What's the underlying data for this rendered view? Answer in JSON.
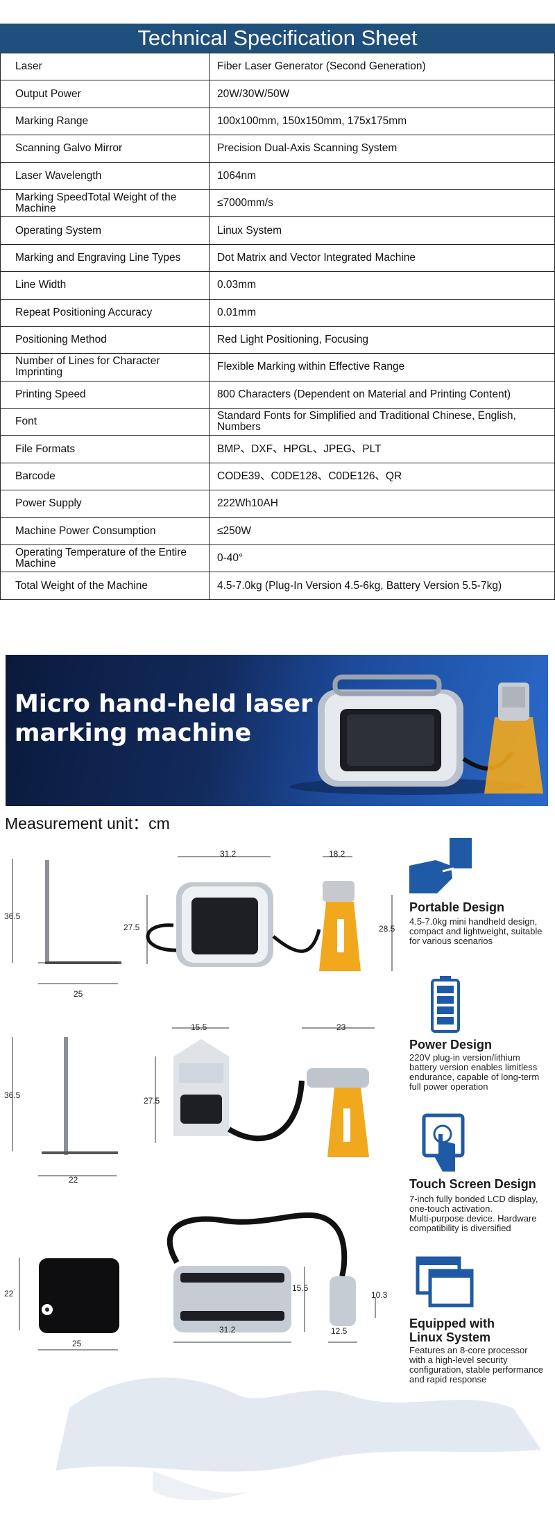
{
  "sheet": {
    "title": "Technical Specification Sheet",
    "rows": [
      {
        "label": "Laser",
        "value": "Fiber Laser Generator (Second Generation)"
      },
      {
        "label": "Output Power",
        "value": "20W/30W/50W"
      },
      {
        "label": "Marking Range",
        "value": "100x100mm, 150x150mm, 175x175mm"
      },
      {
        "label": "Scanning Galvo Mirror",
        "value": "Precision Dual-Axis Scanning System"
      },
      {
        "label": "Laser Wavelength",
        "value": "1064nm"
      },
      {
        "label": "Marking SpeedTotal Weight of the Machine",
        "value": "≤7000mm/s"
      },
      {
        "label": "Operating System",
        "value": "Linux System"
      },
      {
        "label": "Marking and Engraving Line Types",
        "value": "Dot Matrix and Vector Integrated Machine"
      },
      {
        "label": "Line Width",
        "value": "0.03mm"
      },
      {
        "label": "Repeat Positioning Accuracy",
        "value": "0.01mm"
      },
      {
        "label": "Positioning Method",
        "value": "Red Light Positioning, Focusing"
      },
      {
        "label": "Number of Lines for Character Imprinting",
        "value": "Flexible Marking within Effective Range"
      },
      {
        "label": "Printing Speed",
        "value": "800 Characters (Dependent on Material and Printing Content)"
      },
      {
        "label": "Font",
        "value": "Standard Fonts for Simplified and Traditional Chinese, English, Numbers"
      },
      {
        "label": "File Formats",
        "value": "BMP、DXF、HPGL、JPEG、PLT"
      },
      {
        "label": "Barcode",
        "value": "CODE39、C0DE128、C0DE126、QR"
      },
      {
        "label": "Power Supply",
        "value": "222Wh10AH"
      },
      {
        "label": "Machine Power Consumption",
        "value": "≤250W"
      },
      {
        "label": "Operating Temperature of the Entire Machine",
        "value": "0-40°"
      },
      {
        "label": "Total Weight of the Machine",
        "value": "4.5-7.0kg (Plug-In Version 4.5-6kg, Battery Version 5.5-7kg)"
      }
    ]
  },
  "banner": {
    "title": "Micro hand-held laser\nmarking machine",
    "gradient_start": "#0a1a3c",
    "gradient_end": "#2a69c8"
  },
  "measurement_unit": "Measurement unit：cm",
  "dimensions": {
    "view1": {
      "stand_height": "36.5",
      "stand_width": "25",
      "body_width": "31.2",
      "body_height": "27.5",
      "head_width": "18.2",
      "head_height": "28.5"
    },
    "view2": {
      "stand_height": "36.5",
      "stand_depth": "22",
      "body_depth": "15.5",
      "body_height": "27.5",
      "head_length": "23"
    },
    "view3": {
      "plate_height": "22",
      "plate_width": "25",
      "body_width": "31.2",
      "body_depth": "15.5",
      "head_height": "10.3",
      "head_width": "12.5"
    }
  },
  "features": [
    {
      "icon": "hand-holding-device-icon",
      "title": "Portable Design",
      "desc": "4.5-7.0kg mini handheld design,\ncompact and lightweight, suitable\nfor various scenarios"
    },
    {
      "icon": "battery-icon",
      "title": "Power Design",
      "desc": "220V plug-in version/lithium\nbattery version enables limitless\nendurance, capable of long-term\nfull power operation"
    },
    {
      "icon": "touch-screen-icon",
      "title": "Touch Screen Design",
      "desc": "7-inch fully bonded LCD display,\none-touch activation.\nMulti-purpose device. Hardware\ncompatibility is diversified"
    },
    {
      "icon": "windows-stack-icon",
      "title": "Equipped with\nLinux System",
      "desc": "Features an 8-core processor\nwith a high-level security\nconfiguration, stable performance\nand rapid response"
    }
  ],
  "colors": {
    "header_blue": "#1f4f7c",
    "icon_blue": "#1f5aa6",
    "amber": "#f2a81d"
  }
}
